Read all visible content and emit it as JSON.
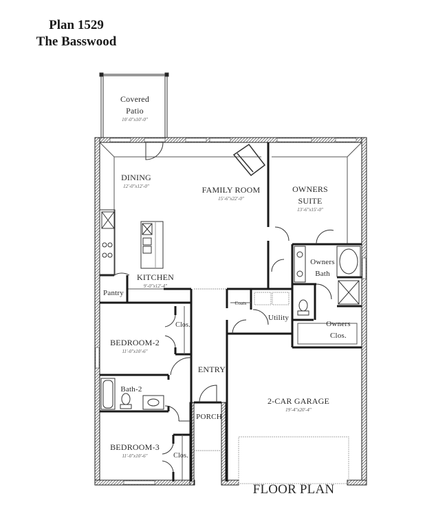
{
  "header": {
    "plan_number": "Plan 1529",
    "plan_name": "The Basswood"
  },
  "rooms": {
    "covered_patio": {
      "name_line1": "Covered",
      "name_line2": "Patio",
      "dims": "10'-0\"x10'-0\""
    },
    "dining": {
      "name": "DINING",
      "dims": "12'-0\"x12'-0\""
    },
    "family_room": {
      "name": "FAMILY ROOM",
      "dims": "15'-6\"x22'-0\""
    },
    "owners_suite": {
      "name_line1": "OWNERS",
      "name_line2": "SUITE",
      "dims": "13'-6\"x15'-0\""
    },
    "kitchen": {
      "name": "KITCHEN",
      "dims": "9'-0\"x12'-4\""
    },
    "pantry": {
      "name": "Pantry"
    },
    "owners_bath": {
      "name_line1": "Owners",
      "name_line2": "Bath"
    },
    "coats": {
      "name": "Coats"
    },
    "utility": {
      "name": "Utility"
    },
    "owners_closet": {
      "name_line1": "Owners",
      "name_line2": "Clos."
    },
    "bedroom2": {
      "name": "BEDROOM-2",
      "dims": "11'-0\"x10'-6\""
    },
    "bedroom2_closet": {
      "name": "Clos."
    },
    "entry": {
      "name": "ENTRY"
    },
    "bath2": {
      "name": "Bath-2"
    },
    "garage": {
      "name": "2-CAR GARAGE",
      "dims": "19'-4\"x20'-4\""
    },
    "porch": {
      "name": "PORCH"
    },
    "bedroom3": {
      "name": "BEDROOM-3",
      "dims": "11'-0\"x10'-6\""
    },
    "bedroom3_closet": {
      "name": "Clos."
    }
  },
  "footer": {
    "caption": "FLOOR PLAN"
  },
  "colors": {
    "wall": "#1a1a1a",
    "hatch": "#555555",
    "thin_line": "#777777",
    "background": "#ffffff"
  }
}
